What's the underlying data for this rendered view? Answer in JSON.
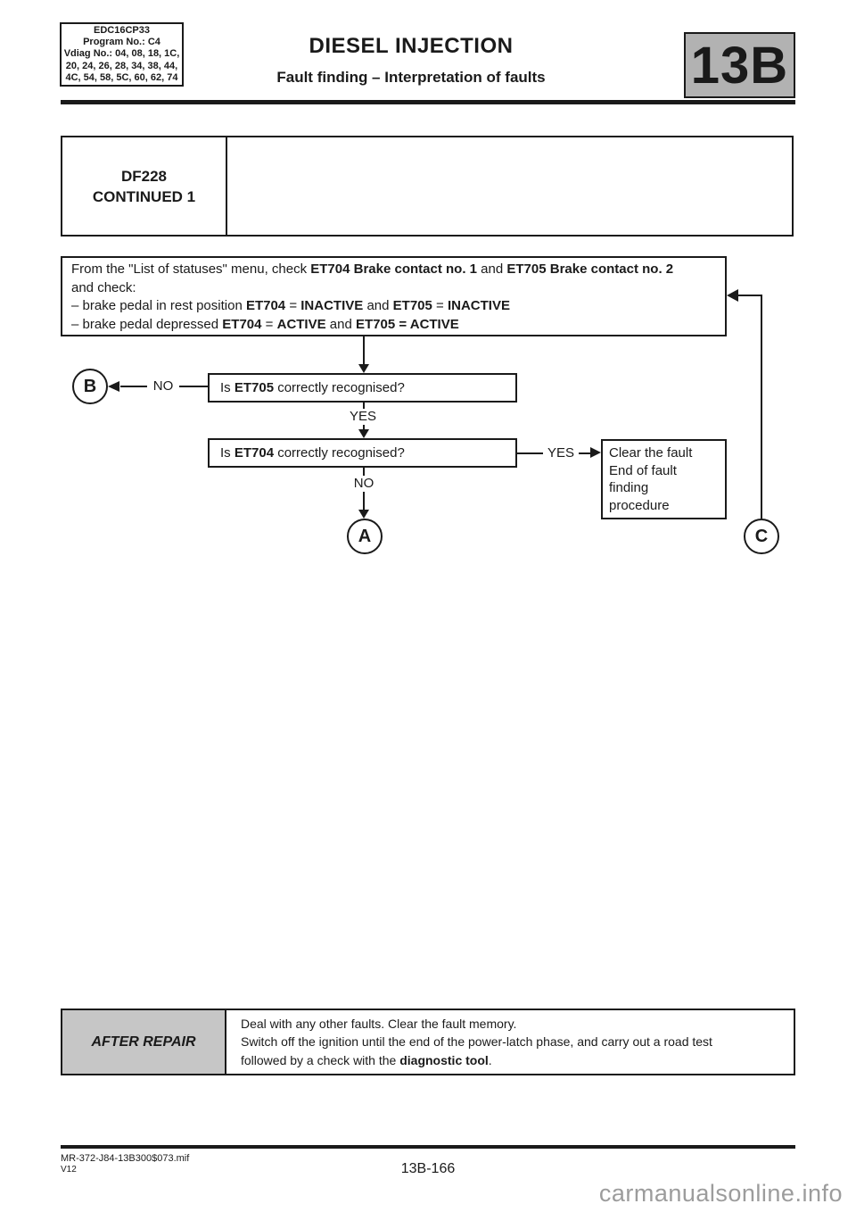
{
  "header": {
    "module_box": {
      "lines": [
        "EDC16CP33",
        "Program No.: C4",
        "Vdiag No.: 04, 08, 18, 1C,",
        "20, 24, 26, 28, 34, 38, 44,",
        "4C, 54, 58, 5C, 60, 62, 74"
      ]
    },
    "title": "DIESEL INJECTION",
    "subtitle": "Fault finding – Interpretation of faults",
    "section_code": "13B",
    "section_bg": "#b2b2b2"
  },
  "fault": {
    "code": "DF228",
    "status": "CONTINUED 1"
  },
  "flowchart": {
    "instruction_lines": [
      [
        {
          "t": "From the \"List of statuses\" menu, check "
        },
        {
          "t": "ET704 Brake contact no. 1",
          "b": true
        },
        {
          "t": " and "
        },
        {
          "t": "ET705 Brake contact no. 2",
          "b": true
        }
      ],
      [
        {
          "t": "and check:"
        }
      ],
      [
        {
          "t": "–  brake pedal in rest position "
        },
        {
          "t": "ET704",
          "b": true
        },
        {
          "t": " = "
        },
        {
          "t": "INACTIVE",
          "b": true
        },
        {
          "t": " and "
        },
        {
          "t": "ET705",
          "b": true
        },
        {
          "t": " = "
        },
        {
          "t": "INACTIVE",
          "b": true
        }
      ],
      [
        {
          "t": "–  brake pedal depressed "
        },
        {
          "t": "ET704",
          "b": true
        },
        {
          "t": " = "
        },
        {
          "t": "ACTIVE",
          "b": true
        },
        {
          "t": " and "
        },
        {
          "t": "ET705 = ACTIVE",
          "b": true
        }
      ]
    ],
    "question1": [
      {
        "t": "Is "
      },
      {
        "t": "ET705",
        "b": true
      },
      {
        "t": " correctly recognised?"
      }
    ],
    "question2": [
      {
        "t": "Is "
      },
      {
        "t": "ET704",
        "b": true
      },
      {
        "t": " correctly recognised?"
      }
    ],
    "labels": {
      "yes": "YES",
      "no": "NO"
    },
    "result_lines": [
      "Clear the fault",
      "End of fault",
      "finding",
      "procedure"
    ],
    "connector_a": "A",
    "connector_b": "B",
    "connector_c": "C"
  },
  "after_repair": {
    "label": "AFTER REPAIR",
    "bg": "#c6c6c6",
    "lines": [
      [
        {
          "t": "Deal with any other faults. Clear the fault memory."
        }
      ],
      [
        {
          "t": "Switch off the ignition until the end of the power-latch phase, and carry out a road test"
        }
      ],
      [
        {
          "t": "followed by a check with the "
        },
        {
          "t": "diagnostic tool",
          "b": true
        },
        {
          "t": "."
        }
      ]
    ]
  },
  "footer": {
    "file_ref": "MR-372-J84-13B300$073.mif",
    "version": "V12",
    "page_number": "13B-166",
    "watermark": "carmanualsonline.info"
  }
}
